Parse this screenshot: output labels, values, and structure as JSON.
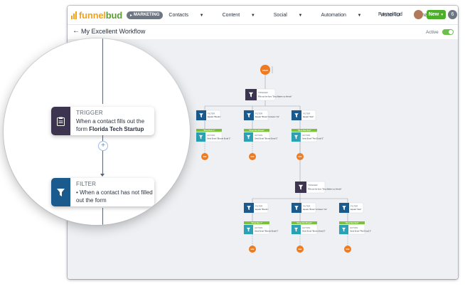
{
  "nav": {
    "logo": {
      "part1": "funnel",
      "part2": "bud"
    },
    "workspace_badge": "MARKETING",
    "menu": [
      {
        "label": "Contacts",
        "has_caret": true
      },
      {
        "label": "Content",
        "has_caret": true
      },
      {
        "label": "Social",
        "has_caret": true
      },
      {
        "label": "Automation",
        "has_caret": true
      },
      {
        "label": "Visitor ID",
        "has_caret": false
      },
      {
        "label": "Analytics",
        "has_caret": true
      }
    ],
    "account_name": "FunnelBud",
    "new_button": "New",
    "notification_count": "6"
  },
  "toolbar": {
    "title": "My Excellent Workflow",
    "status_label": "Active",
    "active": true
  },
  "controls": [
    {
      "name": "zoom-out-button",
      "glyph": "−"
    },
    {
      "name": "zoom-in-button",
      "glyph": "+"
    },
    {
      "name": "center-view-button",
      "glyph": "◎"
    }
  ],
  "zoom": {
    "trigger": {
      "type": "TRIGGER",
      "desc_before": "When a contact fills out the form ",
      "desc_bold": "Florida Tech Startup"
    },
    "filter": {
      "type": "FILTER",
      "desc": "• When a contact has not filled out the form"
    }
  },
  "flow": {
    "trigger1": {
      "type": "TRIGGER",
      "text": "Fills out the form \"Drop Baker my friends\""
    },
    "trigger2": {
      "type": "TRIGGER",
      "text": "Fills out the form \"Drop Baker my friends\""
    },
    "row1": [
      {
        "filter_type": "FILTER",
        "filter_text": "Equals \"Blonde\"",
        "tag": "\"Drop Bom 1\"",
        "action_type": "ACTION",
        "action_text": "Send Email \"Blonde Email 3\"",
        "end": "END"
      },
      {
        "filter_type": "FILTER",
        "filter_text": "Equals \"Brown\" Answers \"Us\"",
        "tag": "\"Drop Non Brown\"",
        "action_type": "ACTION",
        "action_text": "Send Email \"Brown Email 3\"",
        "end": "END"
      },
      {
        "filter_type": "FILTER",
        "filter_text": "Equals \"Red\"",
        "tag": "\"Drop Non Red\"",
        "action_type": "ACTION",
        "action_text": "Send Email \"Red Email 3\"",
        "end": "END"
      }
    ],
    "row2": [
      {
        "filter_type": "FILTER",
        "filter_text": "Equals \"Blonde\"",
        "tag": "\"Drop Non 1\"",
        "action_type": "ACTION",
        "action_text": "Send Email \"Blonde Email 3\"",
        "end": "END"
      },
      {
        "filter_type": "FILTER",
        "filter_text": "Equals \"Brown\" Answers \"Us\"",
        "tag": "\"Drop Non Brown\"",
        "action_type": "ACTION",
        "action_text": "Send Email \"Brown Email 3\"",
        "end": "END"
      },
      {
        "filter_type": "FILTER",
        "filter_text": "Equals \"Red\"",
        "tag": "\"Drop Non Red\"",
        "action_type": "ACTION",
        "action_text": "Send Email \"Red Email 3\"",
        "end": "END"
      }
    ],
    "start_label": "START"
  },
  "colors": {
    "logo_orange": "#f0a31c",
    "logo_green": "#5a9e2f",
    "trigger_dark": "#3d3450",
    "filter_blue": "#1a5a8c",
    "action_teal": "#2aa1b5",
    "tag_green": "#7fbf3e",
    "start_end_orange": "#f07a1e",
    "primary_blue": "#1f8ce0",
    "active_green": "#6cc04a"
  },
  "icons": {
    "trigger": "clipboard-icon",
    "filter": "funnel-icon",
    "action": "envelope-icon",
    "start": "rocket-icon"
  }
}
